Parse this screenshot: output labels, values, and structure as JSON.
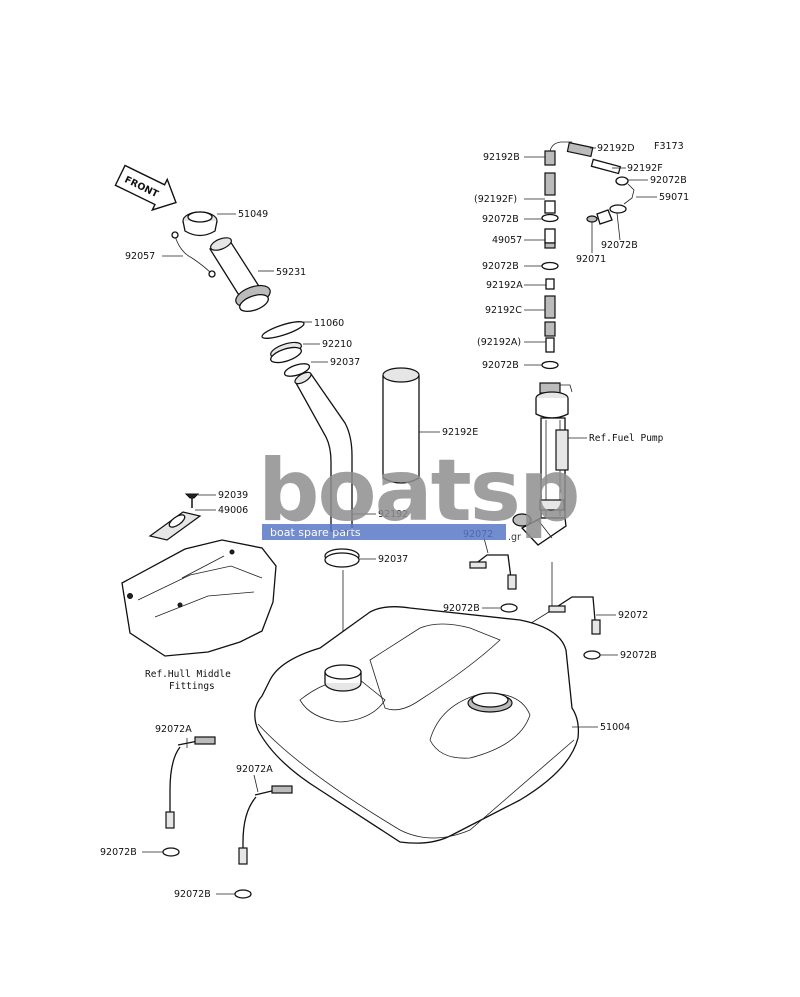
{
  "figure_code": "F3173",
  "front_label": "FRONT",
  "watermark": {
    "brand": "boatsp",
    "suffix": ".gr",
    "tagline": "boat spare parts",
    "color": "#8f8f8f",
    "accent": "#5a78c8"
  },
  "parts": [
    {
      "id": "p51049",
      "label": "51049"
    },
    {
      "id": "p92057",
      "label": "92057"
    },
    {
      "id": "p59231",
      "label": "59231"
    },
    {
      "id": "p11060",
      "label": "11060"
    },
    {
      "id": "p92210",
      "label": "92210"
    },
    {
      "id": "p92037a",
      "label": "92037"
    },
    {
      "id": "p92192E",
      "label": "92192E"
    },
    {
      "id": "p92192",
      "label": "92192"
    },
    {
      "id": "p92037b",
      "label": "92037"
    },
    {
      "id": "p92039",
      "label": "92039"
    },
    {
      "id": "p49006",
      "label": "49006"
    },
    {
      "id": "pRefHull1",
      "label": "Ref.Hull Middle"
    },
    {
      "id": "pRefHull2",
      "label": "Fittings"
    },
    {
      "id": "p92192B_top",
      "label": "92192B"
    },
    {
      "id": "p92192D",
      "label": "92192D"
    },
    {
      "id": "p92192F",
      "label": "92192F"
    },
    {
      "id": "p92072B_r1",
      "label": "92072B"
    },
    {
      "id": "p59071",
      "label": "59071"
    },
    {
      "id": "p92192Fp",
      "label": "(92192F)"
    },
    {
      "id": "p92072B_l1",
      "label": "92072B"
    },
    {
      "id": "p92072B_r2",
      "label": "92072B"
    },
    {
      "id": "p92071",
      "label": "92071"
    },
    {
      "id": "p49057",
      "label": "49057"
    },
    {
      "id": "p92072B_l2",
      "label": "92072B"
    },
    {
      "id": "p92192A",
      "label": "92192A"
    },
    {
      "id": "p92192C",
      "label": "92192C"
    },
    {
      "id": "p92192Ap",
      "label": "(92192A)"
    },
    {
      "id": "p92072B_l3",
      "label": "92072B"
    },
    {
      "id": "pRefPump",
      "label": "Ref.Fuel Pump"
    },
    {
      "id": "p92072_a",
      "label": "92072"
    },
    {
      "id": "p92072B_m",
      "label": "92072B"
    },
    {
      "id": "p92072_b",
      "label": "92072"
    },
    {
      "id": "p92072B_r3",
      "label": "92072B"
    },
    {
      "id": "p51004",
      "label": "51004"
    },
    {
      "id": "p92072A_a",
      "label": "92072A"
    },
    {
      "id": "p92072A_b",
      "label": "92072A"
    },
    {
      "id": "p92072B_b1",
      "label": "92072B"
    },
    {
      "id": "p92072B_b2",
      "label": "92072B"
    }
  ]
}
